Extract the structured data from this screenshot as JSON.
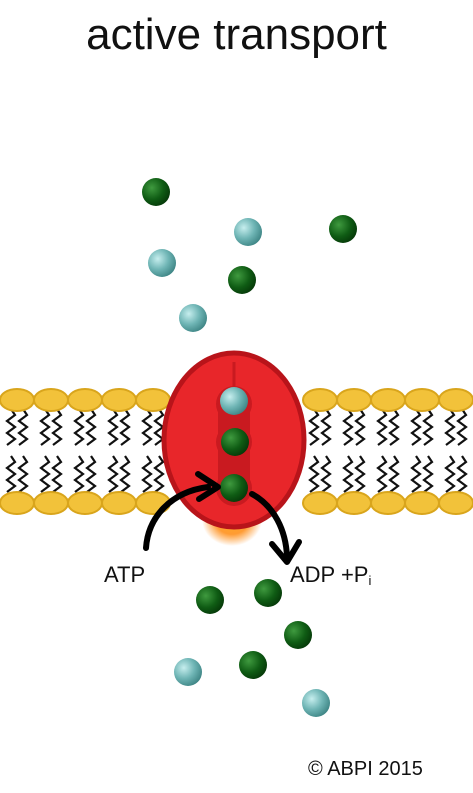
{
  "title": "active transport",
  "labels": {
    "atp": "ATP",
    "adp": "ADP +P",
    "pi_subscript": "i"
  },
  "copyright": "© ABPI 2015",
  "colors": {
    "dark_molecule": "#0f5c14",
    "light_molecule": "#6fb5b5",
    "protein": "#e8262a",
    "protein_outline": "#b8141a",
    "channel": "#c91a20",
    "lipid_head": "#f2c23a",
    "lipid_head_outline": "#d9a51c",
    "energy_glow": "#ff9a1a"
  },
  "icons": {
    "atp_arrow": "curved-arrow-icon",
    "adp_arrow": "curved-arrow-icon"
  }
}
